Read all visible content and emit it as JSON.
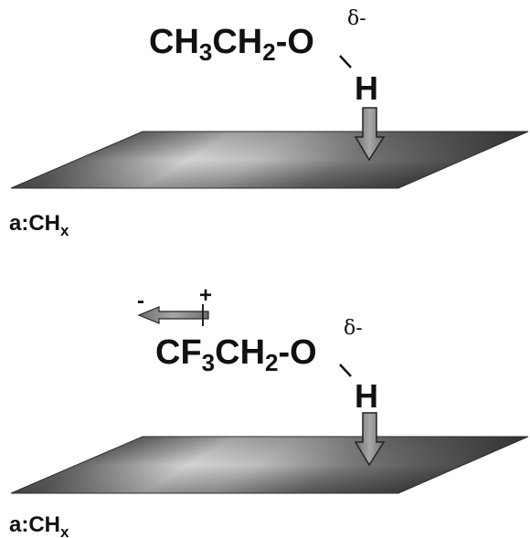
{
  "top_panel": {
    "molecule": {
      "group1": "CH",
      "sub1": "3",
      "group2": "CH",
      "sub2": "2",
      "tail": "-O",
      "partial_charge": "δ-",
      "hydrogen": "H"
    },
    "surface_label": {
      "main": "a:CH",
      "sub": "x"
    }
  },
  "bottom_panel": {
    "molecule": {
      "group1": "CF",
      "sub1": "3",
      "group2": "CH",
      "sub2": "2",
      "tail": "-O",
      "partial_charge": "δ-",
      "hydrogen": "H"
    },
    "dipole": {
      "negative_sign": "-",
      "positive_sign": "+"
    },
    "surface_label": {
      "main": "a:CH",
      "sub": "x"
    }
  },
  "colors": {
    "surface_dark": "#3c3c3c",
    "surface_light": "#d9d9d9",
    "arrow_fill": "#8a8a8a",
    "text": "#111111"
  }
}
